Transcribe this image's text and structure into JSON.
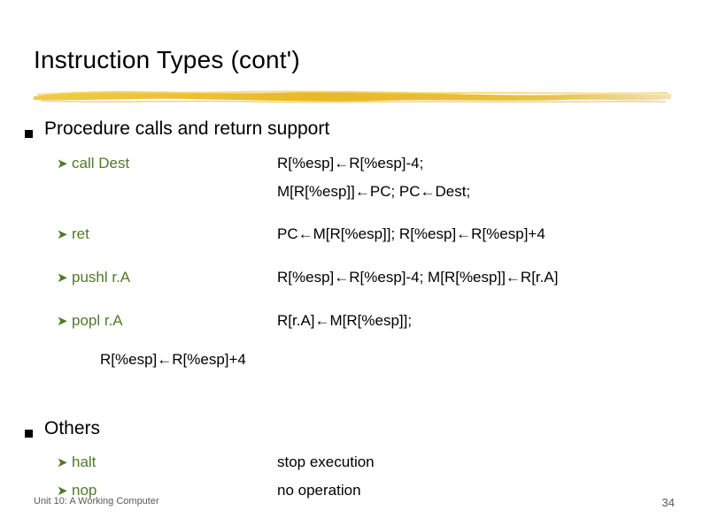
{
  "slide": {
    "title": "Instruction Types (cont')",
    "footer_left": "Unit 10: A Working Computer",
    "page_number": "34",
    "accent_color": "#e8b923",
    "bullet_text_color": "#4f7a28"
  },
  "sections": [
    {
      "heading": "Procedure calls and return support",
      "entries": [
        {
          "label": "call Dest",
          "lines": [
            "R[%esp]←R[%esp]-4;",
            "M[R[%esp]]←PC; PC←Dest;"
          ]
        },
        {
          "label": "ret",
          "lines": [
            "PC←M[R[%esp]];  R[%esp]←R[%esp]+4"
          ]
        },
        {
          "label": "pushl r.A",
          "lines": [
            "R[%esp]←R[%esp]-4;  M[R[%esp]]←R[r.A]"
          ]
        },
        {
          "label": "popl r.A",
          "lines": [
            "R[r.A]←M[R[%esp]];"
          ]
        }
      ],
      "trailing_line": "R[%esp]←R[%esp]+4"
    },
    {
      "heading": "Others",
      "entries": [
        {
          "label": "halt",
          "lines": [
            "stop execution"
          ]
        },
        {
          "label": "nop",
          "lines": [
            "no operation"
          ]
        }
      ],
      "trailing_line": ""
    }
  ]
}
